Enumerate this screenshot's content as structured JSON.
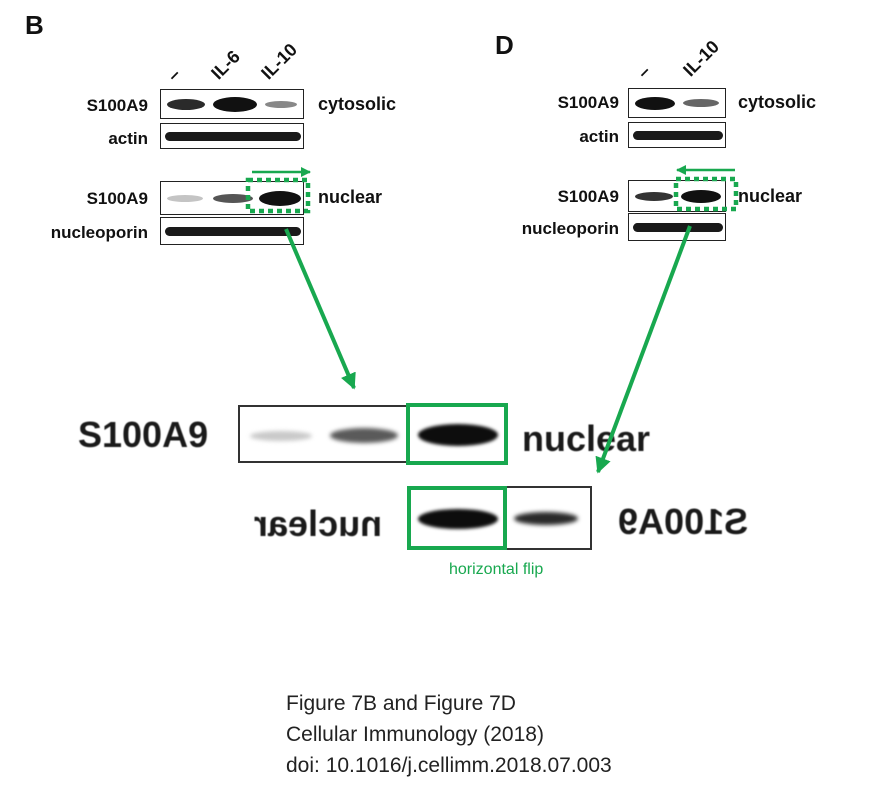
{
  "panel_b": {
    "letter": "B",
    "lanes": [
      "–",
      "IL-6",
      "IL-10"
    ],
    "rows": {
      "s100a9_cytosolic": "S100A9",
      "actin": "actin",
      "s100a9_nuclear": "S100A9",
      "nucleoporin": "nucleoporin"
    },
    "side": {
      "cytosolic": "cytosolic",
      "nuclear": "nuclear"
    }
  },
  "panel_d": {
    "letter": "D",
    "lanes": [
      "–",
      "IL-10"
    ],
    "rows": {
      "s100a9_cytosolic": "S100A9",
      "actin": "actin",
      "s100a9_nuclear": "S100A9",
      "nucleoporin": "nucleoporin"
    },
    "side": {
      "cytosolic": "cytosolic",
      "nuclear": "nuclear"
    }
  },
  "zoom": {
    "top_label": "S100A9",
    "top_side": "nuclear",
    "bottom_label": "S100A9",
    "bottom_side": "nuclear",
    "flip_note": "horizontal flip"
  },
  "caption": {
    "line1": "Figure 7B and Figure 7D",
    "line2": "Cellular Immunology (2018)",
    "line3": "doi: 10.1016/j.cellimm.2018.07.003"
  },
  "colors": {
    "highlight": "#18a84f",
    "band": "#111111"
  }
}
